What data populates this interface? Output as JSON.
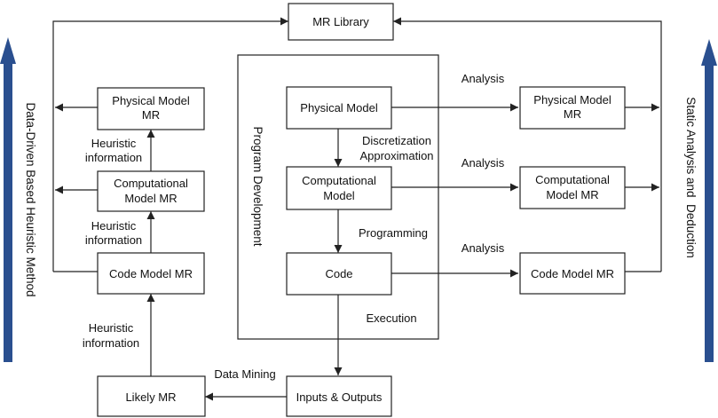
{
  "boxes": {
    "mr_library": "MR Library",
    "phys_mr_left": [
      "Physical Model",
      "MR"
    ],
    "comp_mr_left": [
      "Computational",
      "Model MR"
    ],
    "code_mr_left": "Code Model MR",
    "likely_mr": "Likely MR",
    "physical_model": "Physical Model",
    "computational_model": [
      "Computational",
      "Model"
    ],
    "code": "Code",
    "inputs_outputs": "Inputs & Outputs",
    "phys_mr_right": [
      "Physical Model",
      "MR"
    ],
    "comp_mr_right": [
      "Computational",
      "Model MR"
    ],
    "code_mr_right": "Code Model MR"
  },
  "labels": {
    "heuristic_1": [
      "Heuristic",
      "information"
    ],
    "heuristic_2": [
      "Heuristic",
      "information"
    ],
    "heuristic_3": [
      "Heuristic",
      "information"
    ],
    "discretization": [
      "Discretization",
      "Approximation"
    ],
    "programming": "Programming",
    "execution": "Execution",
    "data_mining": "Data Mining",
    "analysis_1": "Analysis",
    "analysis_2": "Analysis",
    "analysis_3": "Analysis",
    "program_development": "Program Development",
    "left_method": "Data-Driven Based Heuristic Method",
    "right_method": "Static Analysis and  Deduction"
  },
  "colors": {
    "side_arrow": "#2a4f8f",
    "stroke": "#222222"
  }
}
